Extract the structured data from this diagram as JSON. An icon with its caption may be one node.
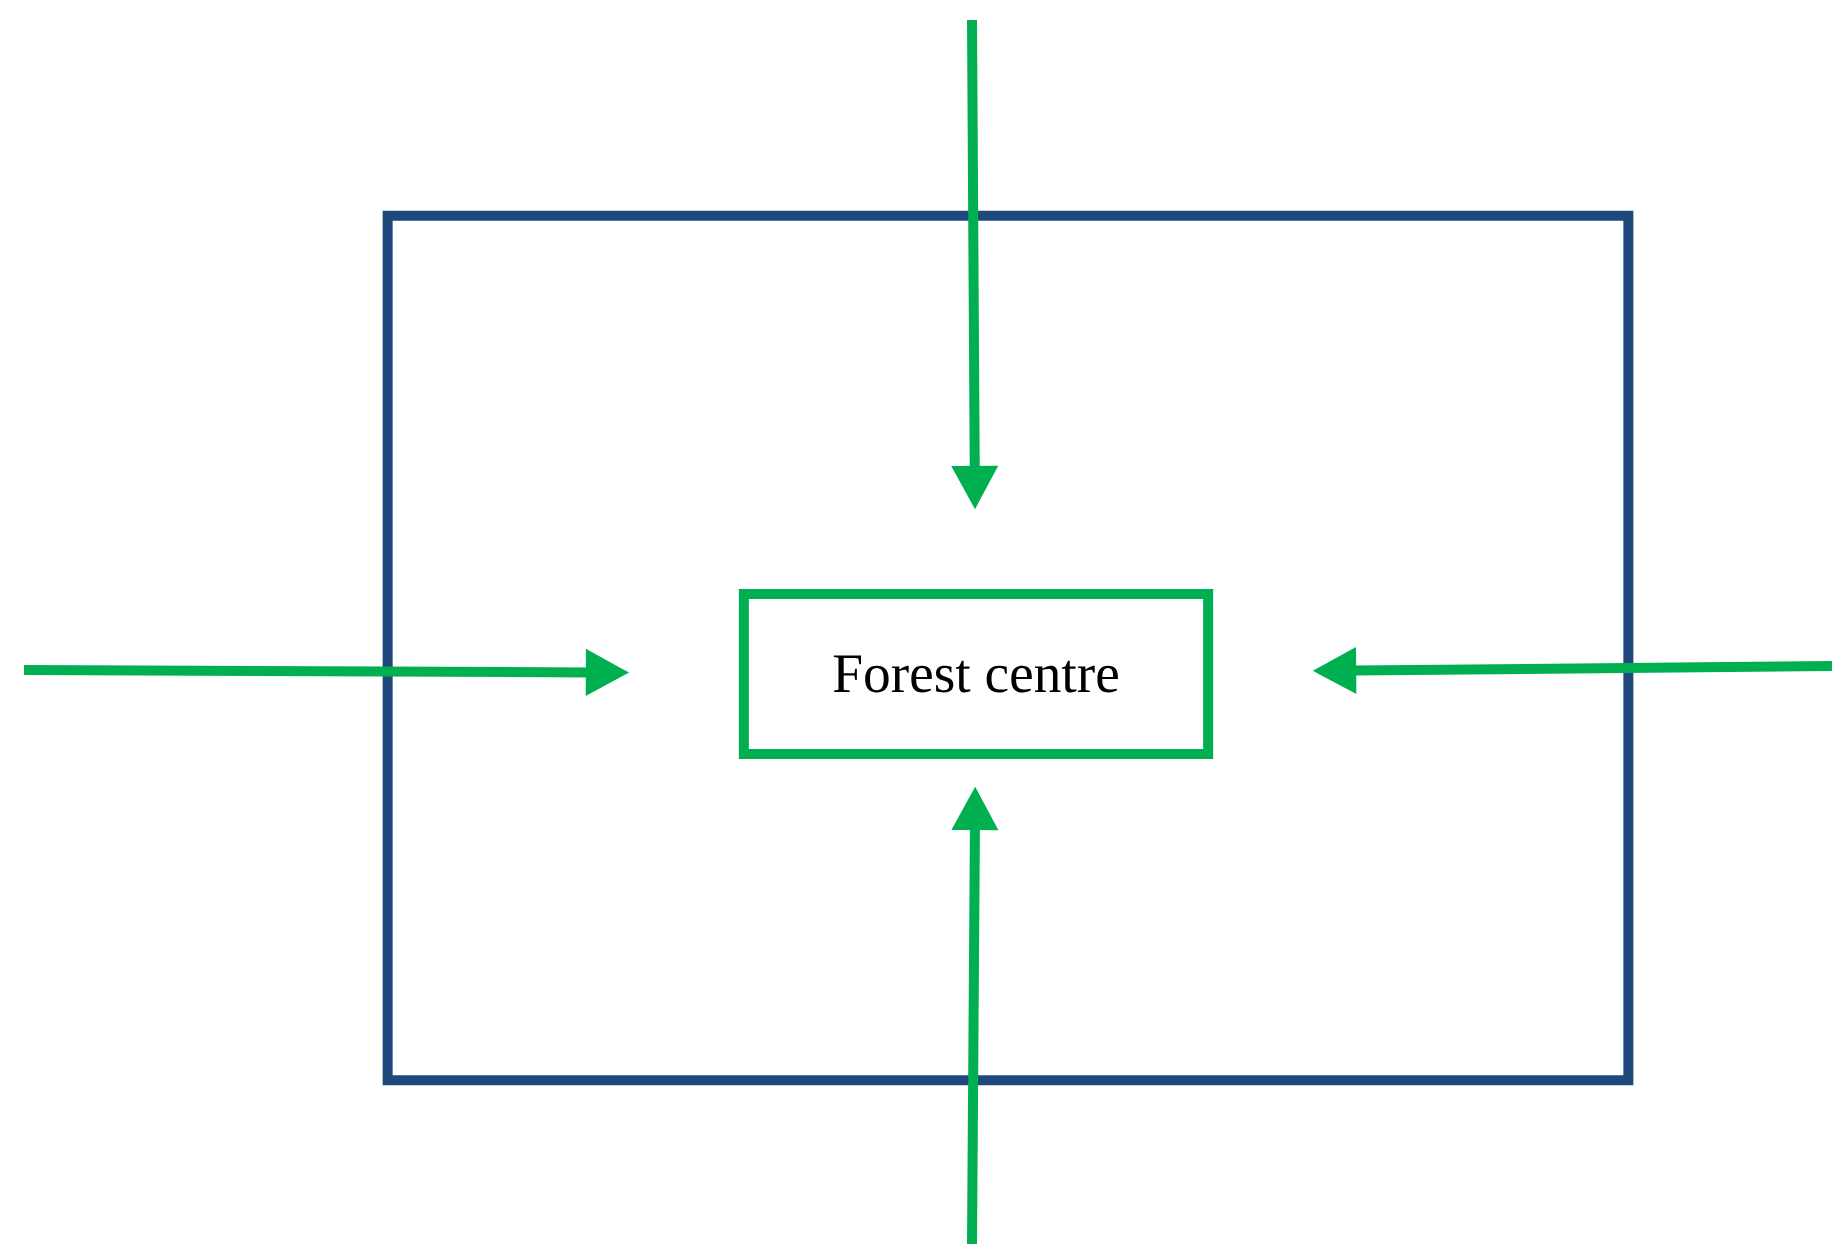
{
  "diagram": {
    "nodes": [
      {
        "text": [],
        "shape": "box"
      },
      {
        "text": [
          "Forest centre"
        ],
        "in": 0
      }
    ],
    "edges": [
      {
        "from": null,
        "to": 1,
        "arrow": "to"
      },
      {
        "from": null,
        "to": 1,
        "arrow": "to"
      },
      {
        "from": null,
        "to": 1,
        "arrow": "to"
      },
      {
        "from": null,
        "to": 1,
        "arrow": "to"
      }
    ]
  }
}
